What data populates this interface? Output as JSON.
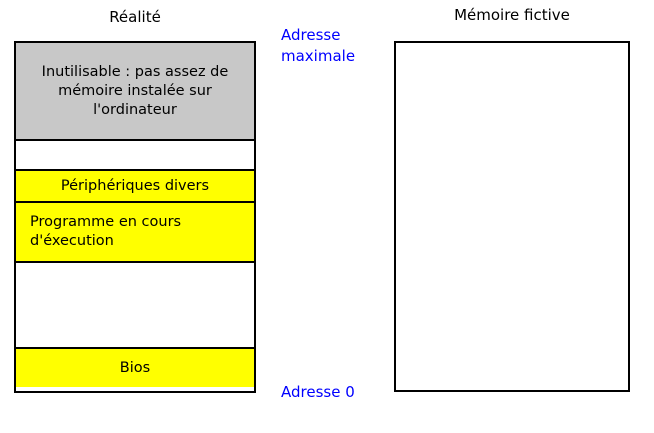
{
  "diagram": {
    "columns": {
      "reality": {
        "title": "Réalité",
        "segments": [
          {
            "name": "unusable",
            "label": "Inutilisable : pas assez de mémoire instalée sur l'ordinateur",
            "fill": "#c8c8c8",
            "align": "center"
          },
          {
            "name": "gap-upper",
            "label": "",
            "fill": "#ffffff",
            "align": "center"
          },
          {
            "name": "peripherals",
            "label": "Périphériques divers",
            "fill": "#ffff00",
            "align": "center"
          },
          {
            "name": "running-program",
            "label": "Programme en cours d'éxecution",
            "fill": "#ffff00",
            "align": "left"
          },
          {
            "name": "gap-lower",
            "label": "",
            "fill": "#ffffff",
            "align": "center"
          },
          {
            "name": "bios",
            "label": "Bios",
            "fill": "#ffff00",
            "align": "center"
          }
        ]
      },
      "fictive": {
        "title": "Mémoire fictive",
        "content": ""
      }
    },
    "address_labels": {
      "max": "Adresse\nmaximale",
      "zero": "Adresse 0",
      "color": "#0000ff"
    },
    "colors": {
      "outline": "#000000",
      "unusable_fill": "#c8c8c8",
      "allocated_fill": "#ffff00",
      "free_fill": "#ffffff",
      "address_text": "#0000ff",
      "background": "#ffffff"
    }
  }
}
